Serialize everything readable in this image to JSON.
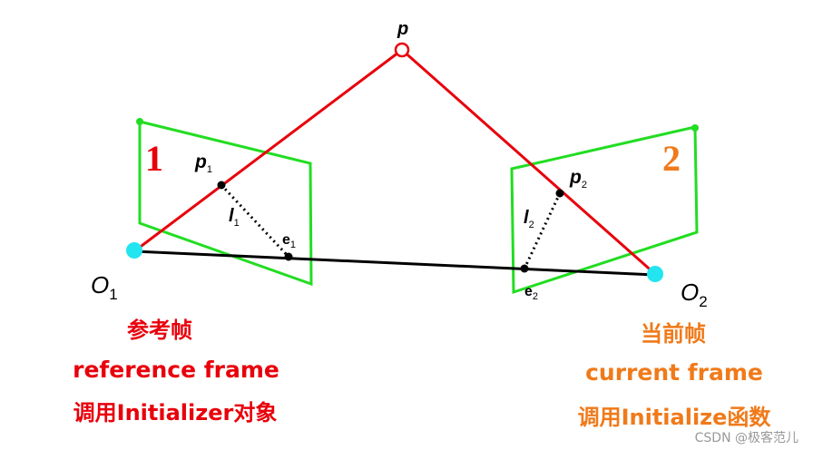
{
  "labels": {
    "p": "p",
    "p1": "p",
    "p1_sub": "1",
    "p2": "p",
    "p2_sub": "2",
    "l1": "l",
    "l1_sub": "1",
    "l2": "l",
    "l2_sub": "2",
    "e1": "e",
    "e1_sub": "1",
    "e2": "e",
    "e2_sub": "2",
    "o1": "O",
    "o1_sub": "1",
    "o2": "O",
    "o2_sub": "2",
    "frame1_number": "1",
    "frame2_number": "2"
  },
  "captions": {
    "left": {
      "line1": "参考帧",
      "line2": "reference frame",
      "line3": "调用Initializer对象"
    },
    "right": {
      "line1": "当前帧",
      "line2": "current frame",
      "line3": "调用Initialize函数"
    }
  },
  "watermark": "CSDN @极客范儿",
  "colors": {
    "red": "#e8000b",
    "green": "#22dd22",
    "black": "#000000",
    "camera": "#22e5f0",
    "orange": "#f07a1a",
    "caption_red": "#e8000b",
    "caption_orange": "#f07a1a"
  }
}
